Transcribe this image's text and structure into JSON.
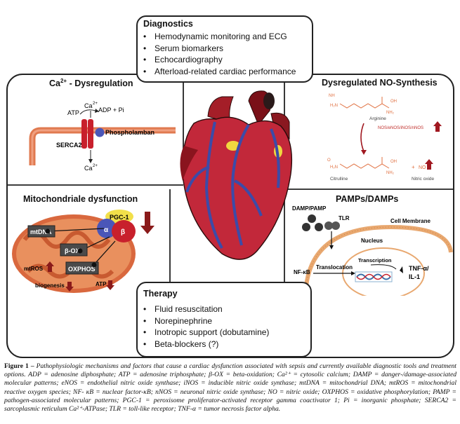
{
  "diagnostics": {
    "title": "Diagnostics",
    "items": [
      "Hemodynamic monitoring and ECG",
      "Serum biomarkers",
      "Echocardiography",
      "Afterload-related cardiac performance"
    ]
  },
  "therapy": {
    "title": "Therapy",
    "items": [
      "Fluid resuscitation",
      "Norepinephrine",
      "Inotropic support (dobutamine)",
      "Beta-blockers (?)"
    ]
  },
  "calcium": {
    "title_prefix": "Ca",
    "title_sup": "2+",
    "title_suffix": " - Dysregulation",
    "ca_top": "Ca",
    "ca_sup": "2+",
    "atp": "ATP",
    "adp_pi": "ADP + Pi",
    "phospholamban": "Phospholamban",
    "serca2": "SERCA2",
    "ca_bottom": "Ca",
    "ca_bottom_sup": "2+"
  },
  "no_synthesis": {
    "title": "Dysregulated NO-Synthesis",
    "arginine": "Arginine",
    "enzymes": "NOS/eNOS/iNOS/nNOS",
    "citrulline": "Citrulline",
    "plus": "+",
    "no": "NO",
    "nitric_oxide": "Nitric oxide"
  },
  "mito": {
    "title": "Mitochondriale dysfunction",
    "pgc1": "PGC-1",
    "alpha": "α",
    "beta": "β",
    "mtdna": "mtDNA",
    "box": "β-OX",
    "oxphos": "OXPHOS",
    "mtros": "mtROS",
    "biogenesis": "biogenesis",
    "atp": "ATP"
  },
  "pamps": {
    "title": "PAMPs/DAMPs",
    "damp_pamp": "DAMP/PAMP",
    "tlr": "TLR",
    "cell_membrane": "Cell Membrane",
    "nucleus": "Nucleus",
    "nfkb": "NF-κB",
    "translocation": "Translocation",
    "transcription": "Transcription",
    "tnf": "TNF-α/",
    "il1": "IL-1"
  },
  "caption": {
    "label": "Figure 1 –",
    "text": "Pathophysiologic mechanisms and factors that cause a cardiac dysfunction associated with sepsis and currently available diagnostic tools and treatment options. ADP = adenosine diphosphate; ATP = adenosine triphosphate; β-OX = beta-oxidation; Ca²⁺ = cytosolic calcium; DAMP = danger-/damage-associated molecular patterns; eNOS = endothelial nitric oxide synthase; iNOS = inducible nitric oxide synthase; mtDNA = mitochondrial DNA; mtROS = mitochondrial reactive oxygen species; NF- κB = nuclear factor-κB; nNOS = neuronal nitric oxide synthase; NO = nitric oxide; OXPHOS = oxidative phosphorylation; PAMP = pathogen-associated molecular patterns; PGC-1 = peroxisome proliferator-activated receptor gamma coactivator 1; Pi = inorganic phosphate; SERCA2 = sarcoplasmic reticulum Ca²⁺-ATPase; TLR = toll-like receptor; TNF-α = tumor necrosis factor alpha."
  }
}
